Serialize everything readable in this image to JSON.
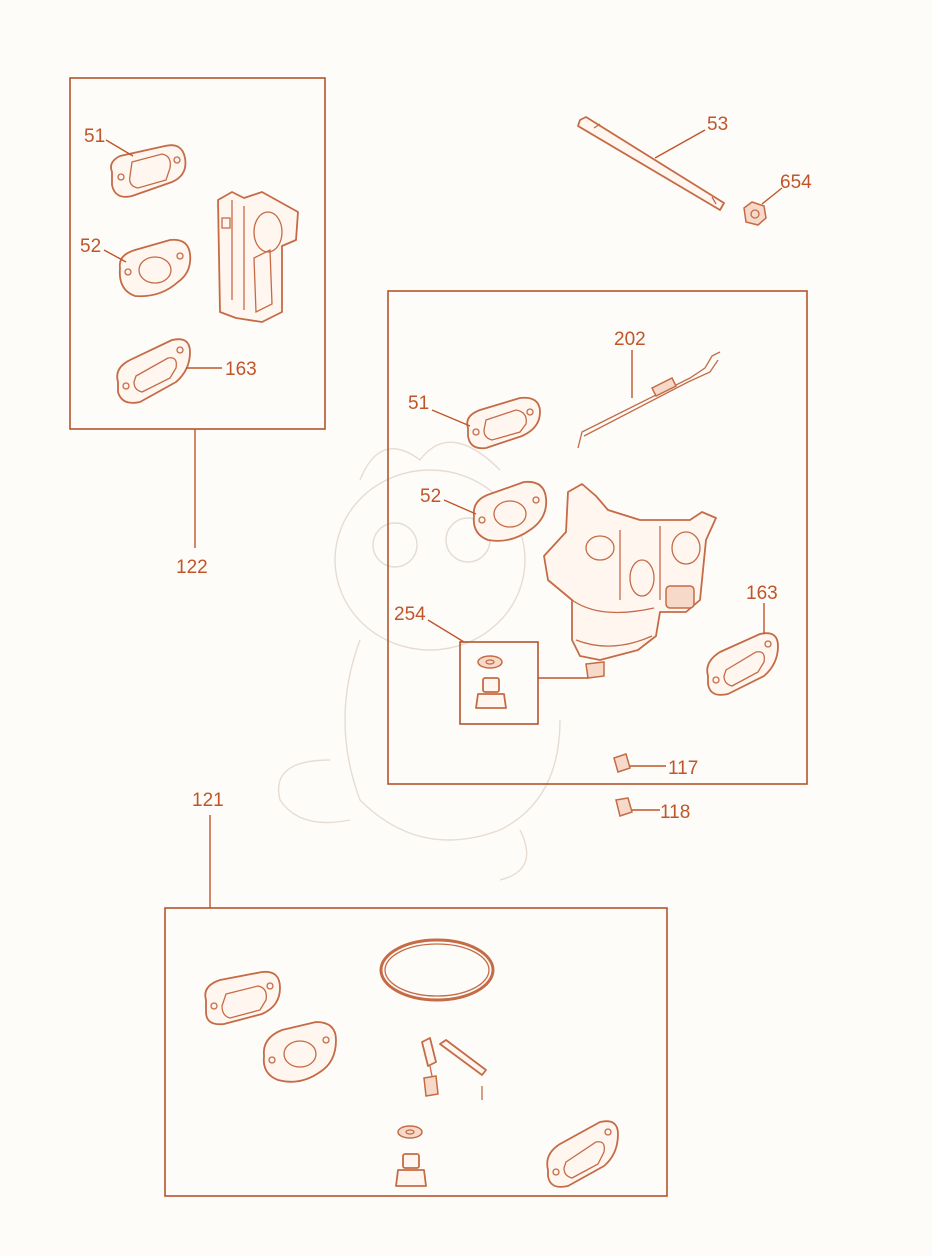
{
  "callouts": {
    "c51_left": "51",
    "c52_left": "52",
    "c163_left": "163",
    "c122": "122",
    "c53": "53",
    "c654": "654",
    "c202": "202",
    "c51_right": "51",
    "c52_right": "52",
    "c254": "254",
    "c163_right": "163",
    "c117": "117",
    "c118": "118",
    "c121": "121"
  },
  "colors": {
    "accent": "#c0552a",
    "line_art": "#c56b46",
    "background": "#fdfcf9"
  },
  "icons": {
    "watermark": "dragon-watermark-icon"
  }
}
